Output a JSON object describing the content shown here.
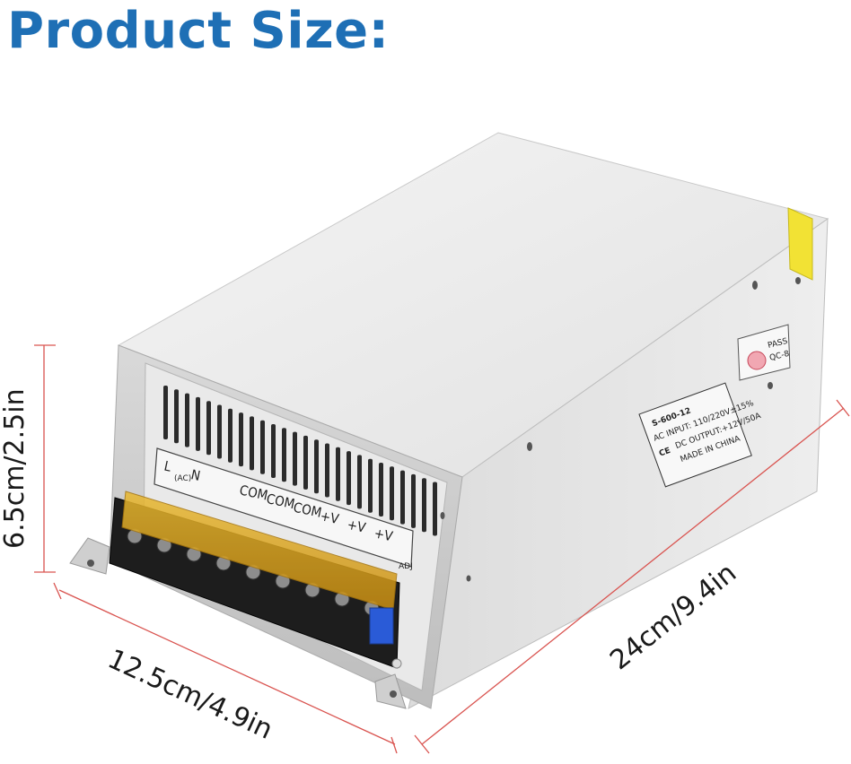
{
  "title": "Product Size:",
  "dimensions": {
    "height": "6.5cm/2.5in",
    "width": "12.5cm/4.9in",
    "length": "24cm/9.4in"
  },
  "product_label": {
    "model": "S-600-12",
    "input": "AC INPUT: 110/220V±15%",
    "output": "DC OUTPUT:+12V/50A",
    "origin": "MADE IN CHINA",
    "ce": "CE"
  },
  "pass_sticker": {
    "text": "PASS",
    "code": "QC-8"
  },
  "terminal_labels": [
    "L",
    "N",
    "COM",
    "COM",
    "COM",
    "+V",
    "+V",
    "+V"
  ],
  "terminal_sub": "(AC)",
  "adj_label": "ADJ",
  "colors": {
    "title": "#1e6fb5",
    "dimension_line": "#d9534f",
    "terminal_cover": "#d9a21b"
  }
}
